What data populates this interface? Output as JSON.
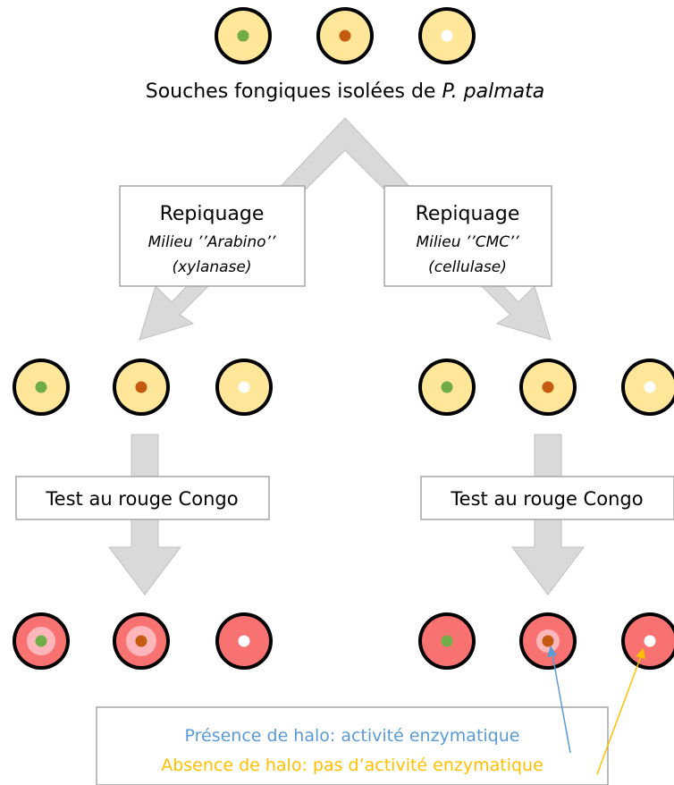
{
  "title": {
    "main": "Souches fongiques isolées de ",
    "species": "P. palmata"
  },
  "branches": {
    "left": {
      "title": "Repiquage",
      "medium": "Milieu ’’Arabino’’",
      "enzyme": "(xylanase)"
    },
    "right": {
      "title": "Repiquage",
      "medium": "Milieu ’’CMC’’",
      "enzyme": "(cellulase)"
    }
  },
  "test_label": "Test au rouge Congo",
  "legend": {
    "presence": "Présence de halo: activité enzymatique",
    "absence": "Absence de halo: pas d’activité enzymatique"
  },
  "colors": {
    "medium": "#ffe699",
    "congo_red": "#f87272",
    "halo": "#ffb6bb",
    "strain_green": "#70ad47",
    "strain_orange": "#c55a11",
    "strain_white": "#ffffff",
    "arrow": "#d9d9d9",
    "box_border": "#a6a6a6",
    "presence_blue": "#5b9bd5",
    "absence_yellow": "#ffc000"
  },
  "plates": {
    "top": [
      "green",
      "orange",
      "white"
    ],
    "left_cultures": [
      "green",
      "orange",
      "white"
    ],
    "right_cultures": [
      "green",
      "orange",
      "white"
    ],
    "left_results": [
      {
        "strain": "green",
        "halo": true
      },
      {
        "strain": "orange",
        "halo": true
      },
      {
        "strain": "white",
        "halo": false
      }
    ],
    "right_results": [
      {
        "strain": "green",
        "halo": false
      },
      {
        "strain": "orange",
        "halo": true
      },
      {
        "strain": "white",
        "halo": false
      }
    ]
  }
}
